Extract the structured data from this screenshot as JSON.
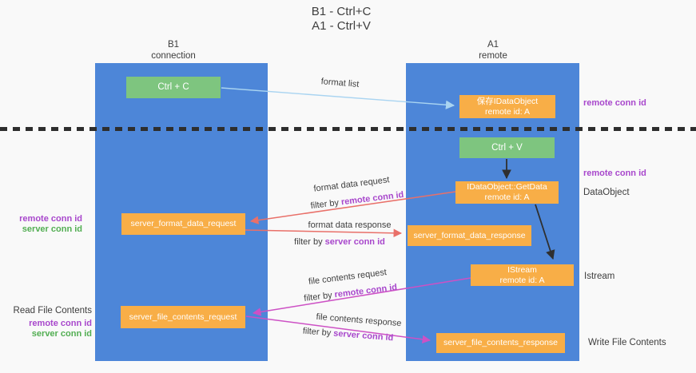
{
  "title": {
    "line1": "B1 - Ctrl+C",
    "line2": "A1 - Ctrl+V"
  },
  "columns": {
    "left": {
      "name": "B1",
      "subtitle": "connection"
    },
    "right": {
      "name": "A1",
      "subtitle": "remote"
    }
  },
  "boxes": {
    "ctrl_c": {
      "label": "Ctrl + C"
    },
    "ctrl_v": {
      "label": "Ctrl + V"
    },
    "save_idataobject": {
      "line1": "保存IDataObject",
      "line2": "remote id: A"
    },
    "getdata": {
      "line1": "IDataObject::GetData",
      "line2": "remote id: A"
    },
    "istream": {
      "line1": "IStream",
      "line2": "remote id: A"
    },
    "server_format_data_request": {
      "label": "server_format_data_request"
    },
    "server_format_data_response": {
      "label": "server_format_data_response"
    },
    "server_file_contents_request": {
      "label": "server_file_contents_request"
    },
    "server_file_contents_response": {
      "label": "server_file_contents_response"
    }
  },
  "arrow_labels": {
    "format_list": "format list",
    "format_data_request": "format data request",
    "format_data_response": "format data response",
    "file_contents_request": "file contents request",
    "file_contents_response": "file contents response",
    "filter_prefix": "filter by ",
    "remote_conn_id": "remote conn id",
    "server_conn_id": "server conn id"
  },
  "side_labels": {
    "remote_conn_id": "remote conn id",
    "server_conn_id": "server conn id",
    "dataobject": "DataObject",
    "istream": "Istream",
    "read_file_contents": "Read File Contents",
    "write_file_contents": "Write File Contents"
  },
  "colors": {
    "background": "#f9f9f9",
    "column_blue": "#4d86d8",
    "box_green": "#7ec57f",
    "box_orange": "#f8ae47",
    "arrow_red": "#e97069",
    "arrow_magenta": "#cd51c5",
    "arrow_lightblue": "#a9d4f1",
    "arrow_black": "#2f2f2f",
    "text_purple": "#a847cc",
    "text_green": "#52ae52",
    "dash_black": "#2e2e2e"
  }
}
